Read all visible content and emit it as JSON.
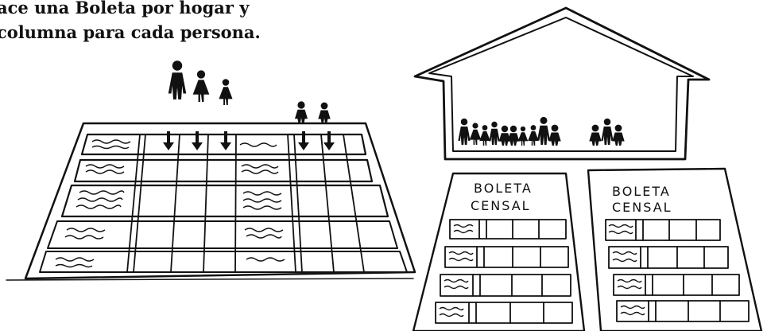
{
  "caption": {
    "line1": "ace una Boleta por hogar y",
    "line2": "columna para cada persona."
  },
  "forms": [
    {
      "title_line1": "BOLETA",
      "title_line2": "CENSAL"
    },
    {
      "title_line1": "BOLETA",
      "title_line2": "CENSAL"
    }
  ],
  "colors": {
    "ink": "#111111",
    "paper": "#ffffff"
  }
}
